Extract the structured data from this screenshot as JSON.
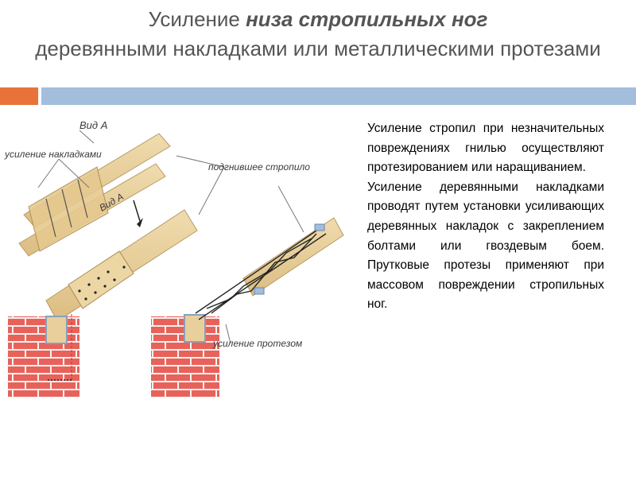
{
  "slide": {
    "title_prefix": "Усиление ",
    "title_emphasis": "низа стропильных ног",
    "title_rest": "деревянными накладками или металлическими протезами"
  },
  "figure": {
    "label_view_a": "Вид А",
    "label_overlays": "усиление накладками",
    "label_view_a_arrow": "Вид А",
    "label_rotten": "подгнившее стропило",
    "label_prosthesis": "усиление протезом"
  },
  "text": {
    "paragraph_1": "Усиление стропил при незначительных повреждениях гнилью осуществляют протезированием или наращиванием.",
    "paragraph_2": "Усиление деревянными накладками проводят путем установки усиливающих деревянных накладок с закреплением болтами или гвоздевым боем. Прутковые протезы применяют при массовом повреждении стропильных ног."
  },
  "colors": {
    "accent_orange": "#e8733a",
    "accent_blue": "#a3bedc",
    "wood": "#e8cf9c",
    "brick": "#e8625a"
  }
}
